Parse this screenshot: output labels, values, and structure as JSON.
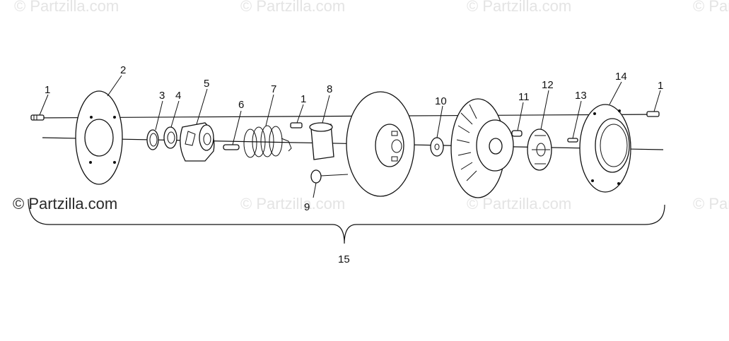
{
  "watermark": {
    "text": "© Partzilla.com",
    "tile_text": "© Partzilla.com"
  },
  "callouts": [
    "1",
    "2",
    "3",
    "4",
    "5",
    "6",
    "7",
    "1",
    "8",
    "9",
    "10",
    "11",
    "12",
    "13",
    "14",
    "1",
    "15"
  ],
  "colors": {
    "line": "#111111",
    "watermark_light": "#e4e4e4",
    "watermark_dark": "#2a2a2a",
    "background": "#ffffff"
  }
}
